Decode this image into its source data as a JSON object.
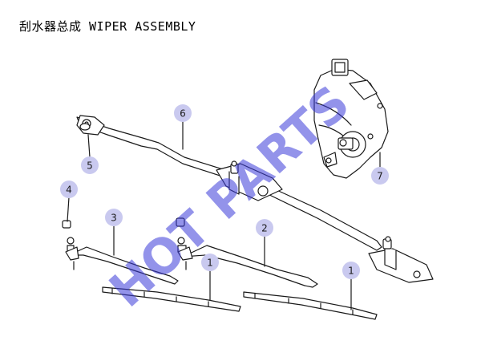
{
  "title": "刮水器总成 WIPER ASSEMBLY",
  "watermark": "HOT PARTS",
  "callouts": [
    "1",
    "1",
    "2",
    "3",
    "4",
    "5",
    "6",
    "7"
  ],
  "colors": {
    "line": "#1a1a1a",
    "callout_fill": "#c9c9ef",
    "watermark": "#3b3bd9"
  }
}
